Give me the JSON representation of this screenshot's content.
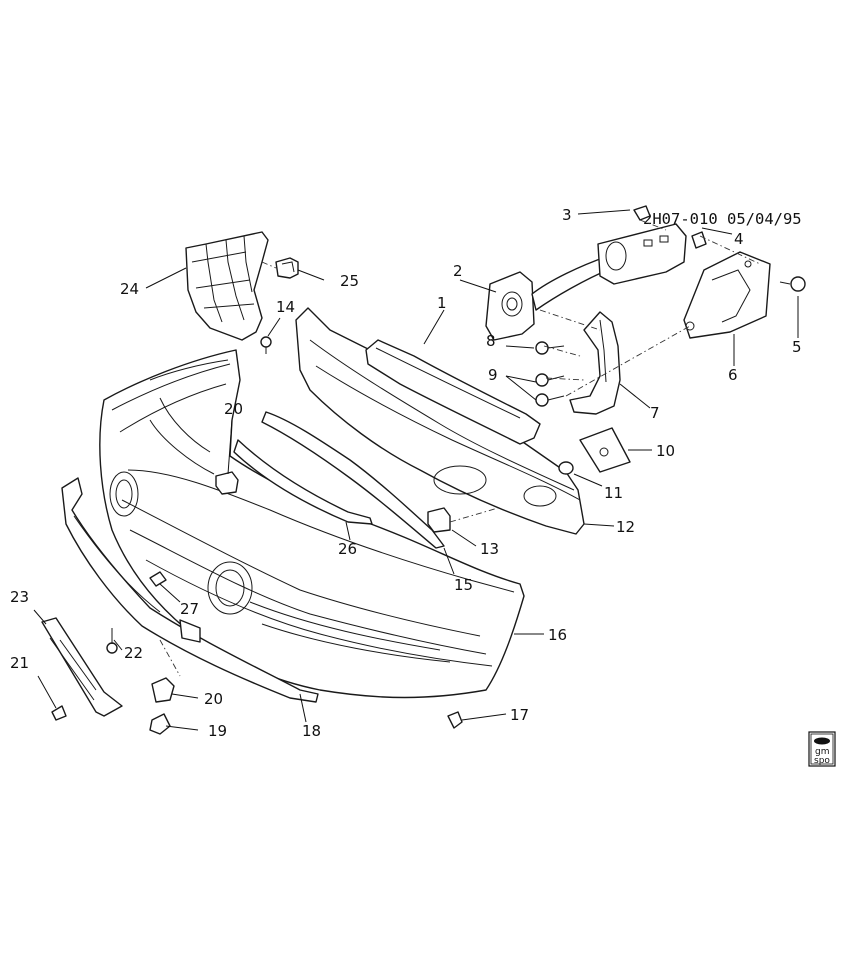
{
  "header": {
    "code": "2H07-010 05/04/95"
  },
  "logo": {
    "line1": "gm",
    "line2": "spo",
    "icon": "gm-spo-badge-icon"
  },
  "callouts": [
    {
      "id": "1",
      "text": "1"
    },
    {
      "id": "2",
      "text": "2"
    },
    {
      "id": "3",
      "text": "3"
    },
    {
      "id": "4",
      "text": "4"
    },
    {
      "id": "5",
      "text": "5"
    },
    {
      "id": "6",
      "text": "6"
    },
    {
      "id": "7",
      "text": "7"
    },
    {
      "id": "8",
      "text": "8"
    },
    {
      "id": "9",
      "text": "9"
    },
    {
      "id": "10",
      "text": "10"
    },
    {
      "id": "11",
      "text": "11"
    },
    {
      "id": "12",
      "text": "12"
    },
    {
      "id": "13",
      "text": "13"
    },
    {
      "id": "14",
      "text": "14"
    },
    {
      "id": "15",
      "text": "15"
    },
    {
      "id": "16",
      "text": "16"
    },
    {
      "id": "17",
      "text": "17"
    },
    {
      "id": "18",
      "text": "18"
    },
    {
      "id": "19",
      "text": "19"
    },
    {
      "id": "20a",
      "text": "20"
    },
    {
      "id": "20b",
      "text": "20"
    },
    {
      "id": "21",
      "text": "21"
    },
    {
      "id": "22",
      "text": "22"
    },
    {
      "id": "23",
      "text": "23"
    },
    {
      "id": "24",
      "text": "24"
    },
    {
      "id": "25",
      "text": "25"
    },
    {
      "id": "26",
      "text": "26"
    },
    {
      "id": "27",
      "text": "27"
    }
  ]
}
